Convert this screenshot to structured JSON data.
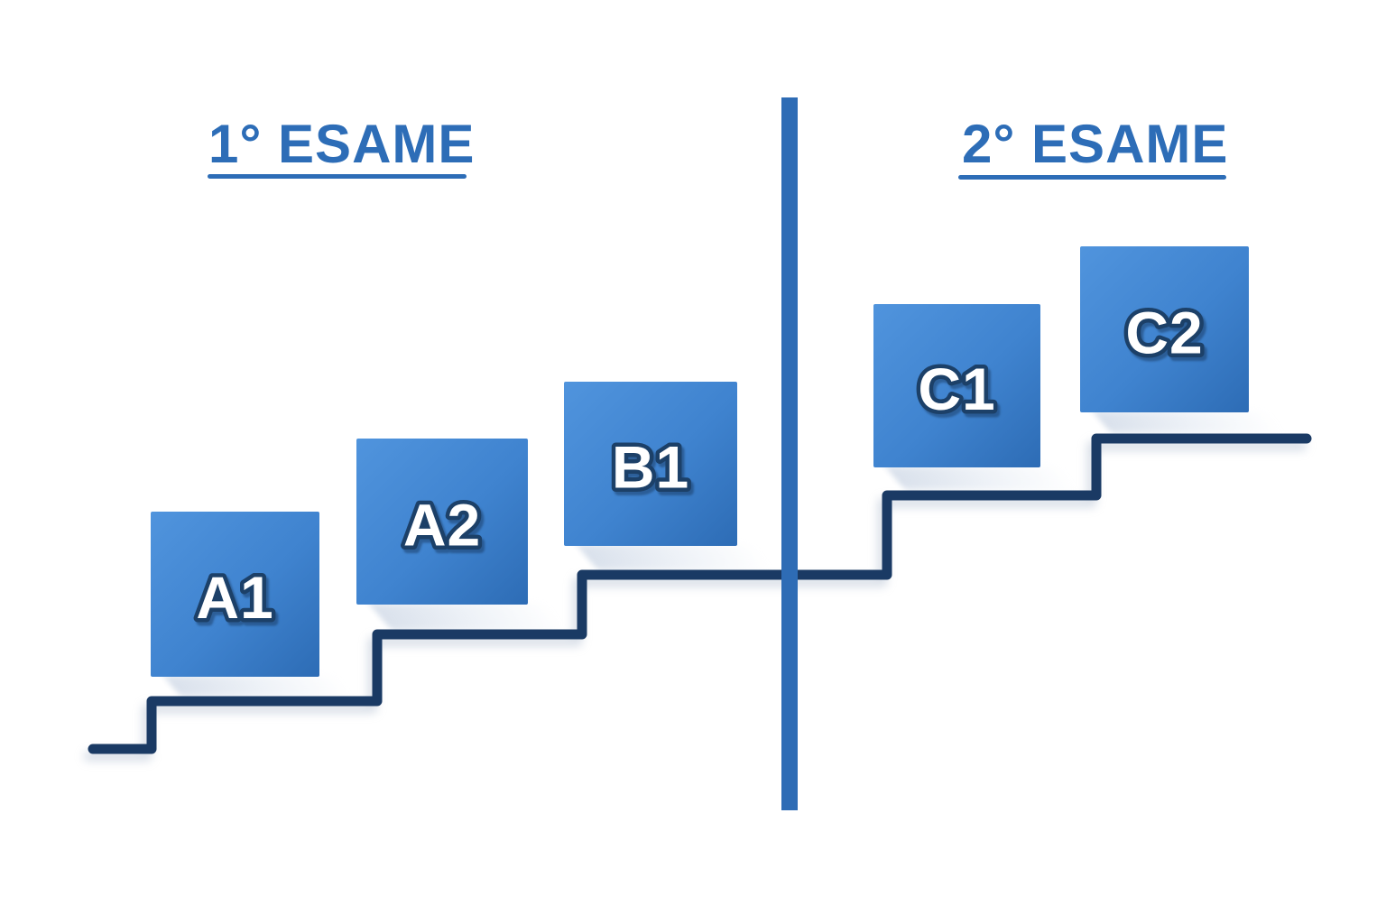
{
  "colors": {
    "background": "#ffffff",
    "heading_color": "#2d6db7",
    "line_color": "#1a3a64",
    "divider_color": "#2e6cb5",
    "box_gradient_start": "#5094dd",
    "box_gradient_end": "#2d6cb5",
    "box_text_color": "#ffffff",
    "box_text_outline": "#1c4068"
  },
  "sections": [
    {
      "title": "1° ESAME"
    },
    {
      "title": "2° ESAME"
    }
  ],
  "levels": [
    {
      "label": "A1"
    },
    {
      "label": "A2"
    },
    {
      "label": "B1"
    },
    {
      "label": "C1"
    },
    {
      "label": "C2"
    }
  ]
}
